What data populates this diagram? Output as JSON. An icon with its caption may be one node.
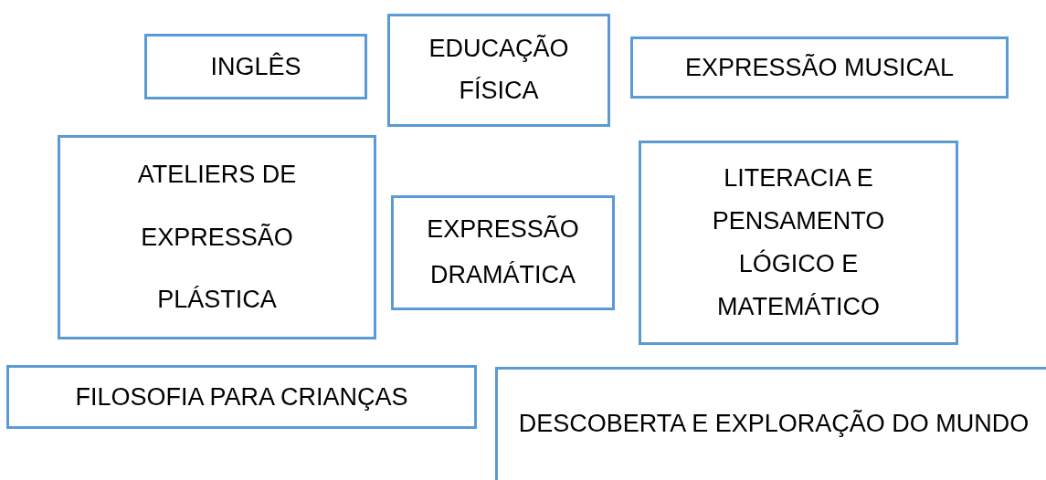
{
  "diagram": {
    "nodes": [
      {
        "text": [
          "INGLÊS"
        ]
      },
      {
        "text": [
          "EDUCAÇÃO FÍSICA"
        ]
      },
      {
        "text": [
          "EXPRESSÃO MUSICAL"
        ]
      },
      {
        "text": [
          "ATELIERS DE EXPRESSÃO PLÁSTICA"
        ]
      },
      {
        "text": [
          "EXPRESSÃO DRAMÁTICA"
        ]
      },
      {
        "text": [
          "LITERACIA E PENSAMENTO LÓGICO E MATEMÁTICO"
        ]
      },
      {
        "text": [
          "FILOSOFIA PARA CRIANÇAS"
        ]
      },
      {
        "text": [
          "DESCOBERTA E EXPLORAÇÃO DO MUNDO"
        ]
      }
    ]
  }
}
